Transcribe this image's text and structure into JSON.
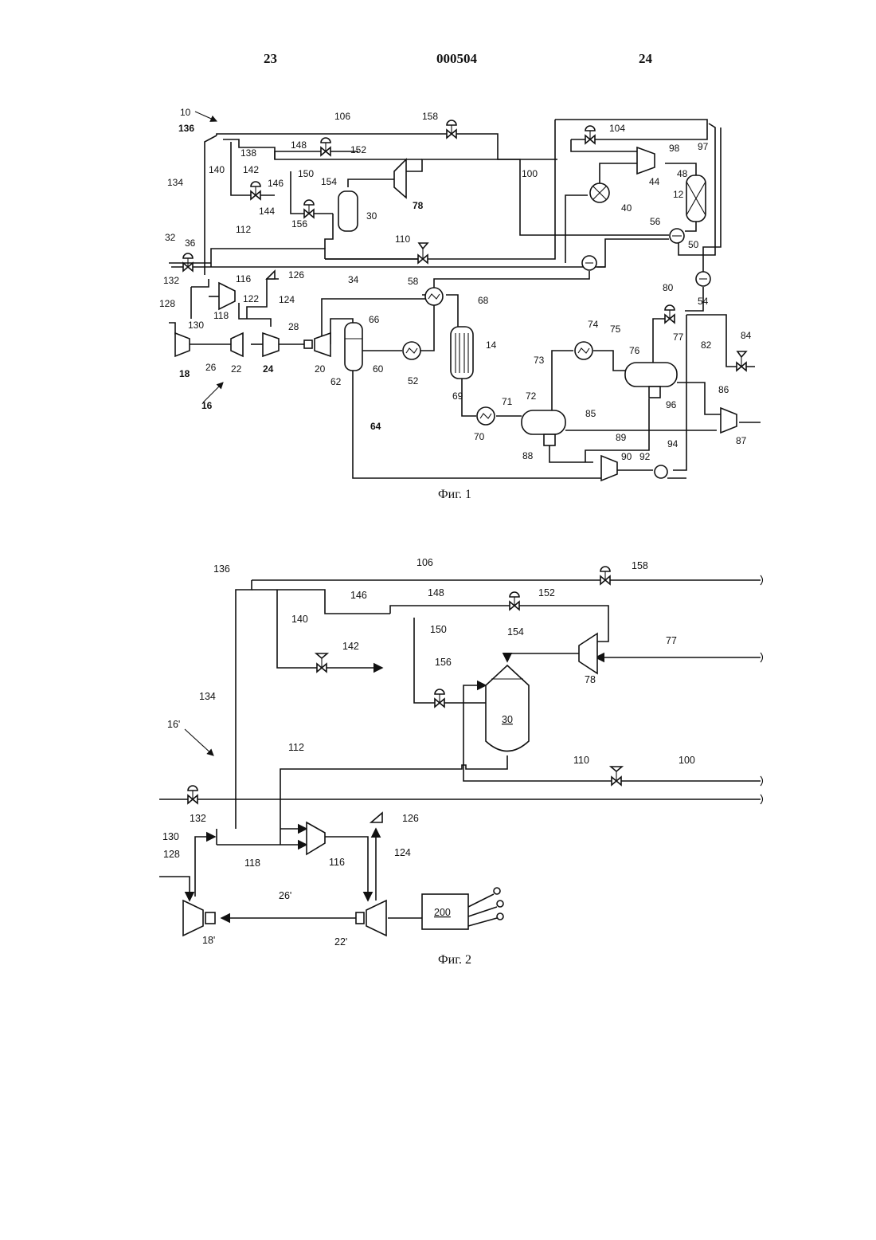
{
  "header": {
    "page_left": "23",
    "doc_number": "000504",
    "page_right": "24"
  },
  "fig1": {
    "caption": "Фиг. 1",
    "labels": {
      "l10": "10",
      "l136": "136",
      "l106": "106",
      "l158": "158",
      "l104": "104",
      "l97": "97",
      "l138": "138",
      "l148": "148",
      "l152": "152",
      "l98": "98",
      "l44": "44",
      "l48": "48",
      "l140": "140",
      "l142": "142",
      "l146": "146",
      "l150": "150",
      "l100": "100",
      "l134": "134",
      "l154": "154",
      "l78": "78",
      "l12": "12",
      "l40": "40",
      "l144": "144",
      "l156": "156",
      "l30": "30",
      "l56": "56",
      "l50": "50",
      "l36": "36",
      "l32": "32",
      "l112": "112",
      "l110": "110",
      "l54": "54",
      "l132": "132",
      "l116": "116",
      "l126": "126",
      "l34": "34",
      "l58": "58",
      "l68": "68",
      "l80": "80",
      "l124": "124",
      "l128": "128",
      "l118": "118",
      "l122": "122",
      "l66": "66",
      "l77": "77",
      "l84": "84",
      "l130": "130",
      "l28": "28",
      "l74": "74",
      "l75": "75",
      "l14": "14",
      "l82": "82",
      "l73": "73",
      "l76": "76",
      "l18": "18",
      "l26": "26",
      "l22": "22",
      "l24": "24",
      "l20": "20",
      "l62": "62",
      "l60": "60",
      "l52": "52",
      "l86": "86",
      "l16": "16",
      "l69": "69",
      "l72": "72",
      "l71": "71",
      "l96": "96",
      "l85": "85",
      "l70": "70",
      "l87": "87",
      "l64": "64",
      "l89": "89",
      "l88": "88",
      "l90": "90",
      "l92": "92",
      "l94": "94"
    }
  },
  "fig2": {
    "caption": "Фиг. 2",
    "labels": {
      "l136": "136",
      "l106": "106",
      "l158": "158",
      "l146": "146",
      "l148": "148",
      "l152": "152",
      "l140": "140",
      "l150": "150",
      "l142": "142",
      "l154": "154",
      "l77": "77",
      "l156": "156",
      "l78": "78",
      "l134": "134",
      "l30": "30",
      "l16p": "16'",
      "l112": "112",
      "l110": "110",
      "l100": "100",
      "l132": "132",
      "l126": "126",
      "l130": "130",
      "l116": "116",
      "l124": "124",
      "l118": "118",
      "l128": "128",
      "l26p": "26'",
      "l200": "200",
      "l18p": "18'",
      "l22p": "22'"
    }
  }
}
